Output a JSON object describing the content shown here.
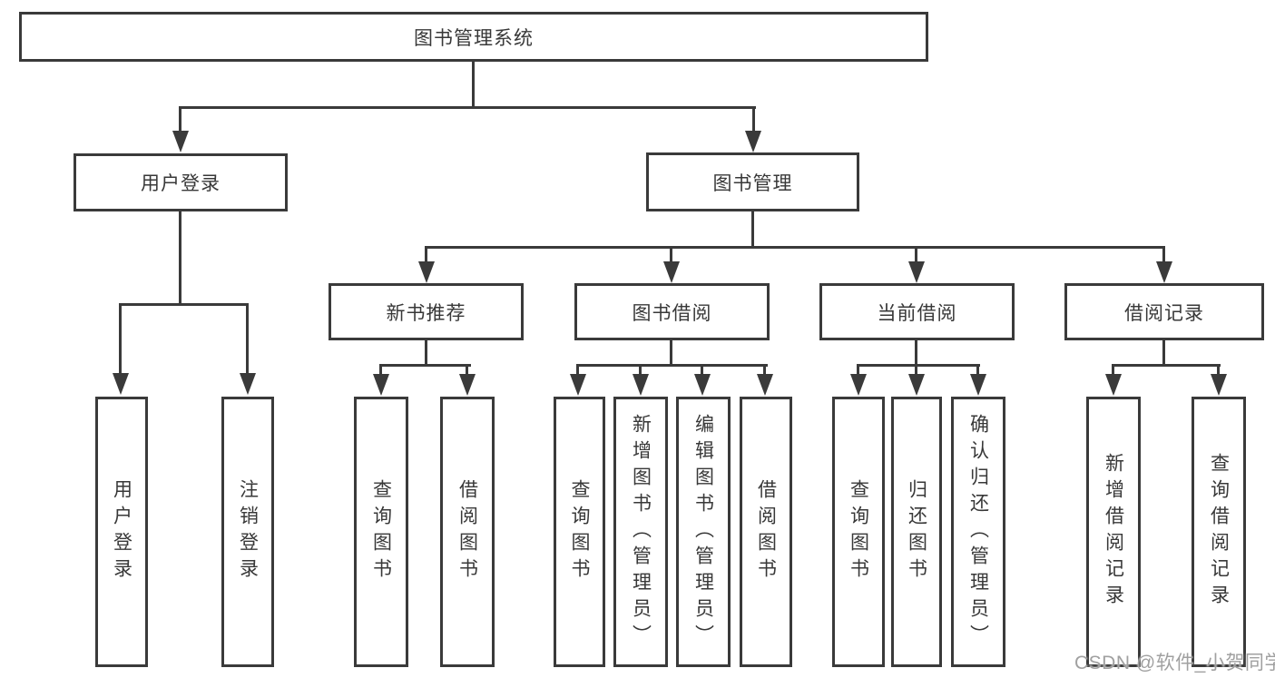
{
  "title": "图书管理系统",
  "level2": {
    "login": "用户登录",
    "management": "图书管理"
  },
  "level3": {
    "recommend": "新书推荐",
    "borrow": "图书借阅",
    "current": "当前借阅",
    "records": "借阅记录"
  },
  "leaves": {
    "login": [
      "用户登录",
      "注销登录"
    ],
    "recommend": [
      "查询图书",
      "借阅图书"
    ],
    "borrow": [
      "查询图书",
      "新增图书（管理员）",
      "编辑图书（管理员）",
      "借阅图书"
    ],
    "current": [
      "查询图书",
      "归还图书",
      "确认归还（管理员）"
    ],
    "records": [
      "新增借阅记录",
      "查询借阅记录"
    ]
  },
  "watermark": "CSDN @软件_小贺同学",
  "colors": {
    "line": "#3a3a3a",
    "text": "#383838",
    "background": "#ffffff",
    "watermark": "#a0a0a0"
  }
}
